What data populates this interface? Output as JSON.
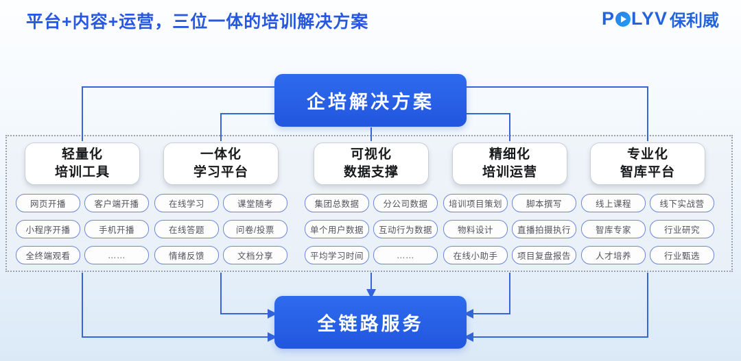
{
  "title": "平台+内容+运营，三位一体的培训解决方案",
  "logo": {
    "prefix": "P",
    "rest": "LYV",
    "cn": "保利威"
  },
  "top_box": {
    "label": "企培解决方案"
  },
  "bottom_box": {
    "label": "全链路服务"
  },
  "columns": [
    {
      "header1": "轻量化",
      "header2": "培训工具",
      "items": [
        "网页开播",
        "客户端开播",
        "小程序开播",
        "手机开播",
        "全终端观看",
        "……"
      ]
    },
    {
      "header1": "一体化",
      "header2": "学习平台",
      "items": [
        "在线学习",
        "课堂随考",
        "在线答题",
        "问卷/投票",
        "情绪反馈",
        "文档分享"
      ]
    },
    {
      "header1": "可视化",
      "header2": "数据支撑",
      "items": [
        "集团总数据",
        "分公司数据",
        "单个用户数据",
        "互动行为数据",
        "平均学习时间",
        "……"
      ]
    },
    {
      "header1": "精细化",
      "header2": "培训运营",
      "items": [
        "培训项目策划",
        "脚本撰写",
        "物料设计",
        "直播拍摄执行",
        "在线小助手",
        "项目复盘报告"
      ]
    },
    {
      "header1": "专业化",
      "header2": "智库平台",
      "items": [
        "线上课程",
        "线下实战营",
        "智库专家",
        "行业研究",
        "人才培养",
        "行业甄选"
      ]
    }
  ],
  "colors": {
    "title_blue": "#2857e0",
    "node_blue": "#2760e8",
    "line_blue": "#3465d9",
    "pill_border": "#6987d9",
    "dashed_border": "#99a2ac"
  }
}
